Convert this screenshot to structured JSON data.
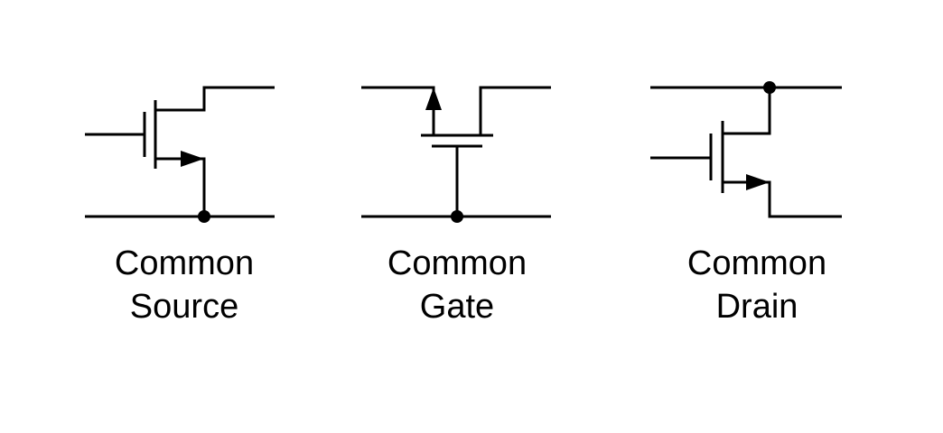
{
  "circuits": [
    {
      "id": "common-source",
      "line1": "Common",
      "line2": "Source"
    },
    {
      "id": "common-gate",
      "line1": "Common",
      "line2": "Gate"
    },
    {
      "id": "common-drain",
      "line1": "Common",
      "line2": "Drain"
    }
  ],
  "colors": {
    "stroke": "#000000",
    "background": "#ffffff"
  }
}
